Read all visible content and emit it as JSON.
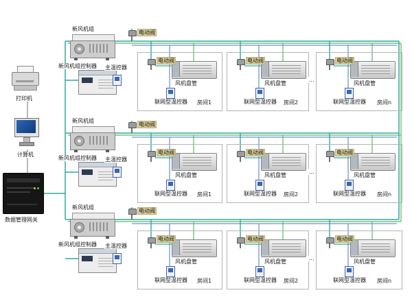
{
  "colors": {
    "teal": "#2fa8a4",
    "green": "#59b95c",
    "blue": "#4a77c4",
    "gray_wire": "#8a8a8a",
    "valve_label_bg": "#d9cf9a"
  },
  "left_panel": {
    "printer_label": "打印机",
    "computer_label": "计算机",
    "gateway_label": "数据管理网关"
  },
  "rows": [
    {
      "ahu_label": "新风机组",
      "ahu_valve_label": "电动阀",
      "controller_label": "新风机组控制器",
      "master_thermostat_label": "主温控器",
      "ellipsis": "...",
      "rooms": [
        {
          "valve_label": "电动阀",
          "fancoil_label": "风机盘管",
          "thermostat_label": "联网型温控器",
          "room_label": "房间1"
        },
        {
          "valve_label": "电动阀",
          "fancoil_label": "风机盘管",
          "thermostat_label": "联网型温控器",
          "room_label": "房间2"
        },
        {
          "valve_label": "电动阀",
          "fancoil_label": "风机盘管",
          "thermostat_label": "联网型温控器",
          "room_label": "房间n"
        }
      ]
    },
    {
      "ahu_label": "新风机组",
      "ahu_valve_label": "电动阀",
      "controller_label": "新风机组控制器",
      "master_thermostat_label": "主温控器",
      "ellipsis": "...",
      "rooms": [
        {
          "valve_label": "电动阀",
          "fancoil_label": "风机盘管",
          "thermostat_label": "联网型温控器",
          "room_label": "房间1"
        },
        {
          "valve_label": "电动阀",
          "fancoil_label": "风机盘管",
          "thermostat_label": "联网型温控器",
          "room_label": "房间2"
        },
        {
          "valve_label": "电动阀",
          "fancoil_label": "风机盘管",
          "thermostat_label": "联网型温控器",
          "room_label": "房间n"
        }
      ]
    },
    {
      "ahu_label": "新风机组",
      "ahu_valve_label": "电动阀",
      "controller_label": "新风机组控制器",
      "master_thermostat_label": "主温控器",
      "ellipsis": "...",
      "rooms": [
        {
          "valve_label": "电动阀",
          "fancoil_label": "风机盘管",
          "thermostat_label": "联网型温控器",
          "room_label": "房间1"
        },
        {
          "valve_label": "电动阀",
          "fancoil_label": "风机盘管",
          "thermostat_label": "联网型温控器",
          "room_label": "房间2"
        },
        {
          "valve_label": "电动阀",
          "fancoil_label": "风机盘管",
          "thermostat_label": "联网型温控器",
          "room_label": "房间n"
        }
      ]
    }
  ]
}
